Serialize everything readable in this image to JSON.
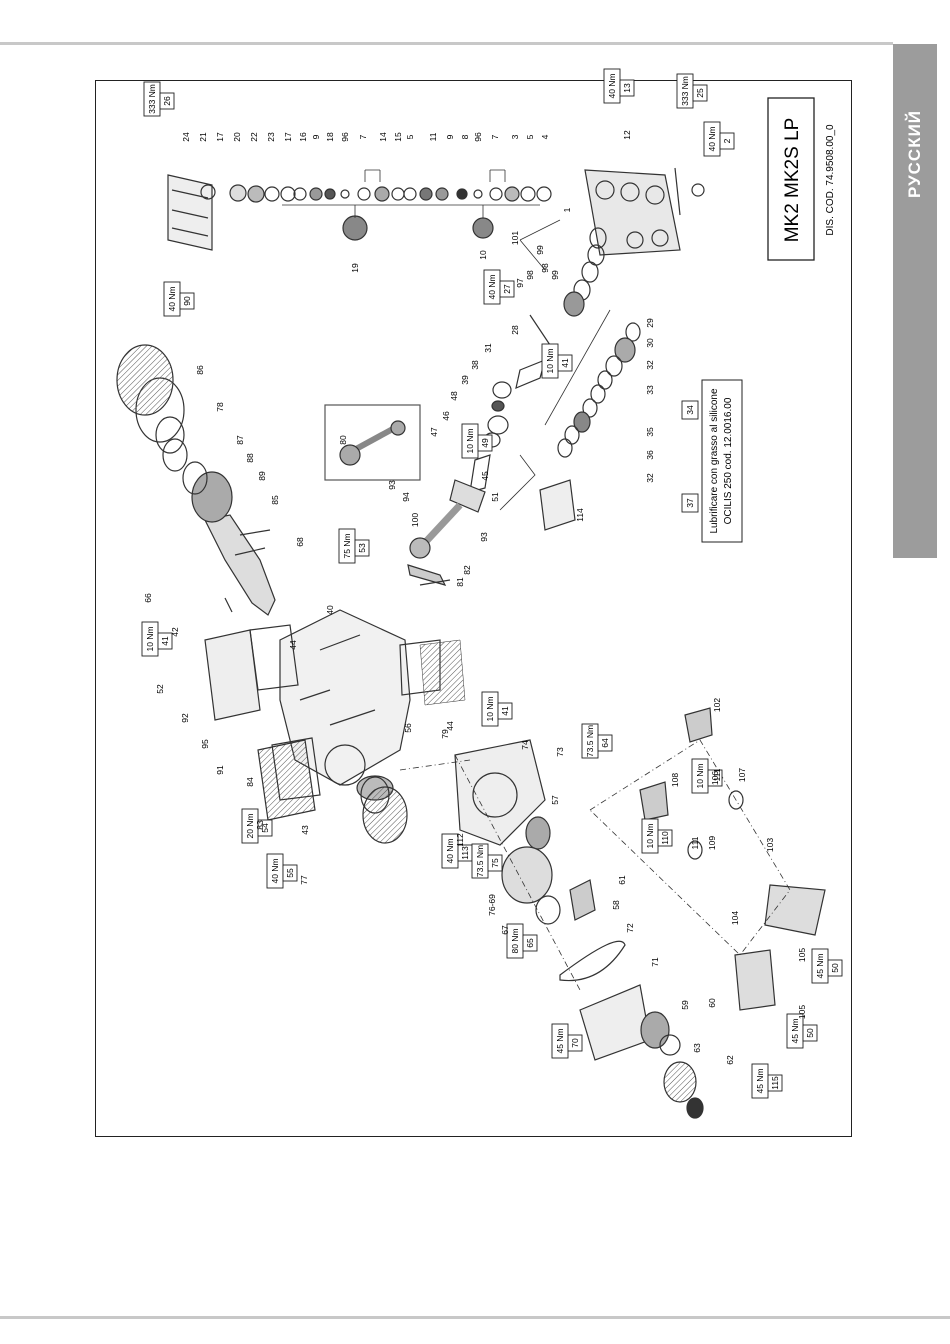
{
  "language_tab": "РУССКИЙ",
  "title_block": {
    "model": "MK2 MK2S LP",
    "drawing_code": "DIS. COD. 74.9508.00_0"
  },
  "note": {
    "line1": "Lubrificare con grasso al silicone",
    "line2": "OCILIS 250 cod. 12.0016.00"
  },
  "torque_tags": [
    {
      "part": "26",
      "torque": "333 Nm"
    },
    {
      "part": "13",
      "torque": "40 Nm"
    },
    {
      "part": "25",
      "torque": "333 Nm"
    },
    {
      "part": "2",
      "torque": "40 Nm"
    },
    {
      "part": "90",
      "torque": "40 Nm"
    },
    {
      "part": "27",
      "torque": "40 Nm"
    },
    {
      "part": "41",
      "torque": "10 Nm"
    },
    {
      "part": "49",
      "torque": "10 Nm"
    },
    {
      "part": "53",
      "torque": "75 Nm"
    },
    {
      "part": "41",
      "torque": "10 Nm"
    },
    {
      "part": "54",
      "torque": "20 Nm"
    },
    {
      "part": "55",
      "torque": "40 Nm"
    },
    {
      "part": "41",
      "torque": "10 Nm"
    },
    {
      "part": "64",
      "torque": "73.5 Nm"
    },
    {
      "part": "113",
      "torque": "40 Nm"
    },
    {
      "part": "75",
      "torque": "73.5 Nm"
    },
    {
      "part": "65",
      "torque": "80 Nm"
    },
    {
      "part": "106",
      "torque": "10 Nm"
    },
    {
      "part": "110",
      "torque": "10 Nm"
    },
    {
      "part": "50",
      "torque": "45 Nm"
    },
    {
      "part": "50",
      "torque": "45 Nm"
    },
    {
      "part": "70",
      "torque": "45 Nm"
    },
    {
      "part": "115",
      "torque": "45 Nm"
    }
  ],
  "boxed_parts": [
    "34",
    "37"
  ],
  "callouts": {
    "top_row_a": [
      "24",
      "21",
      "17",
      "20",
      "22",
      "23",
      "17",
      "16",
      "9",
      "18",
      "96",
      "7",
      "14",
      "15",
      "5"
    ],
    "top_row_b": [
      "11",
      "9",
      "8",
      "96",
      "7",
      "3",
      "5",
      "4"
    ],
    "mid": [
      "19",
      "10",
      "101",
      "99",
      "98",
      "99",
      "98",
      "97",
      "1",
      "12"
    ],
    "seals": [
      "29",
      "30",
      "32",
      "33",
      "35",
      "36",
      "32"
    ],
    "piston": [
      "28",
      "31",
      "38",
      "39",
      "48",
      "46",
      "47",
      "45",
      "94",
      "100",
      "93",
      "51",
      "114",
      "80",
      "93",
      "82",
      "81"
    ],
    "crank": [
      "86",
      "78",
      "87",
      "88",
      "89",
      "85",
      "68",
      "66"
    ],
    "crankcase": [
      "40",
      "42",
      "44",
      "52",
      "92",
      "95",
      "91",
      "84",
      "83",
      "56",
      "79",
      "44",
      "43",
      "77",
      "78"
    ],
    "gearbox": [
      "74",
      "73",
      "57",
      "112",
      "61",
      "58",
      "76-69",
      "67",
      "72",
      "71",
      "59",
      "60",
      "63",
      "62"
    ],
    "gearbox_right": [
      "102",
      "108",
      "111",
      "107",
      "111",
      "109",
      "103",
      "104",
      "105",
      "105"
    ]
  }
}
